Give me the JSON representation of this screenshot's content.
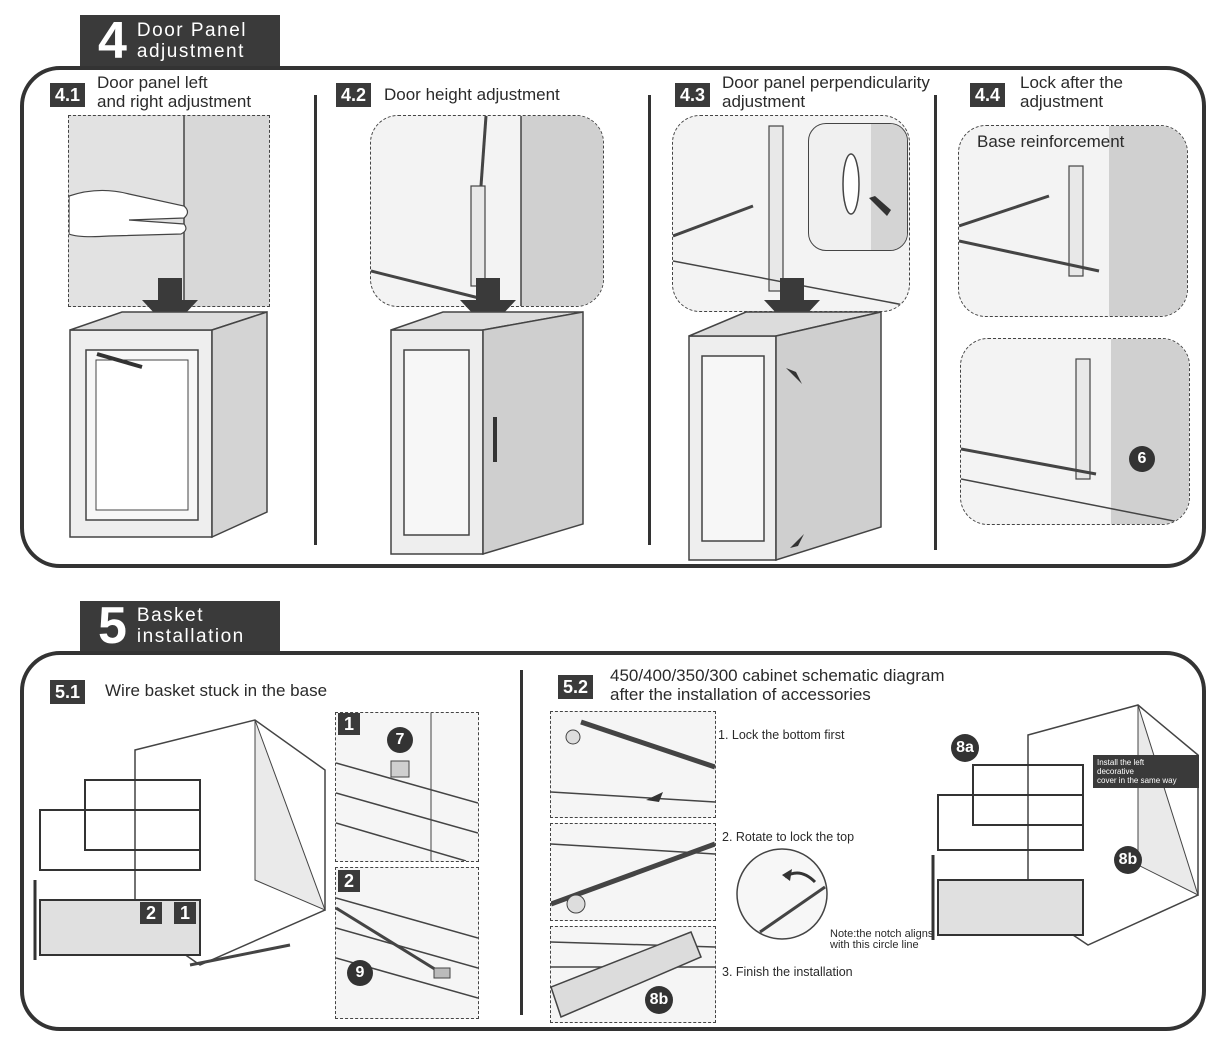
{
  "section4": {
    "number": "4",
    "title": "Door Panel\nadjustment",
    "steps": [
      {
        "badge": "4.1",
        "label": "Door panel left\nand right adjustment"
      },
      {
        "badge": "4.2",
        "label": "Door height adjustment"
      },
      {
        "badge": "4.3",
        "label": "Door panel perpendicularity\nadjustment"
      },
      {
        "badge": "4.4",
        "label": "Lock after the\nadjustment"
      }
    ],
    "base_reinforcement": "Base reinforcement",
    "callout_6": "6"
  },
  "section5": {
    "number": "5",
    "title": "Basket\ninstallation",
    "step1": {
      "badge": "5.1",
      "label": "Wire basket stuck in the base"
    },
    "step2": {
      "badge": "5.2",
      "label": "450/400/350/300 cabinet schematic diagram\nafter the installation of accessories"
    },
    "tags": {
      "t1": "1",
      "t2": "2",
      "detail1": "1",
      "detail2": "2"
    },
    "callouts": {
      "c7": "7",
      "c9": "9",
      "c8a": "8a",
      "c8b_top": "8b",
      "c8b_bottom": "8b"
    },
    "instructions": [
      "1. Lock the bottom first",
      "2. Rotate to lock the top",
      "3. Finish the installation"
    ],
    "note": "Note:the notch aligns\nwith this circle line",
    "side_note": "Install the left\ndecorative\ncover in the same way"
  },
  "colors": {
    "dark": "#3a3a3a",
    "line": "#333333",
    "panel_fill": "#f3f3f3"
  }
}
